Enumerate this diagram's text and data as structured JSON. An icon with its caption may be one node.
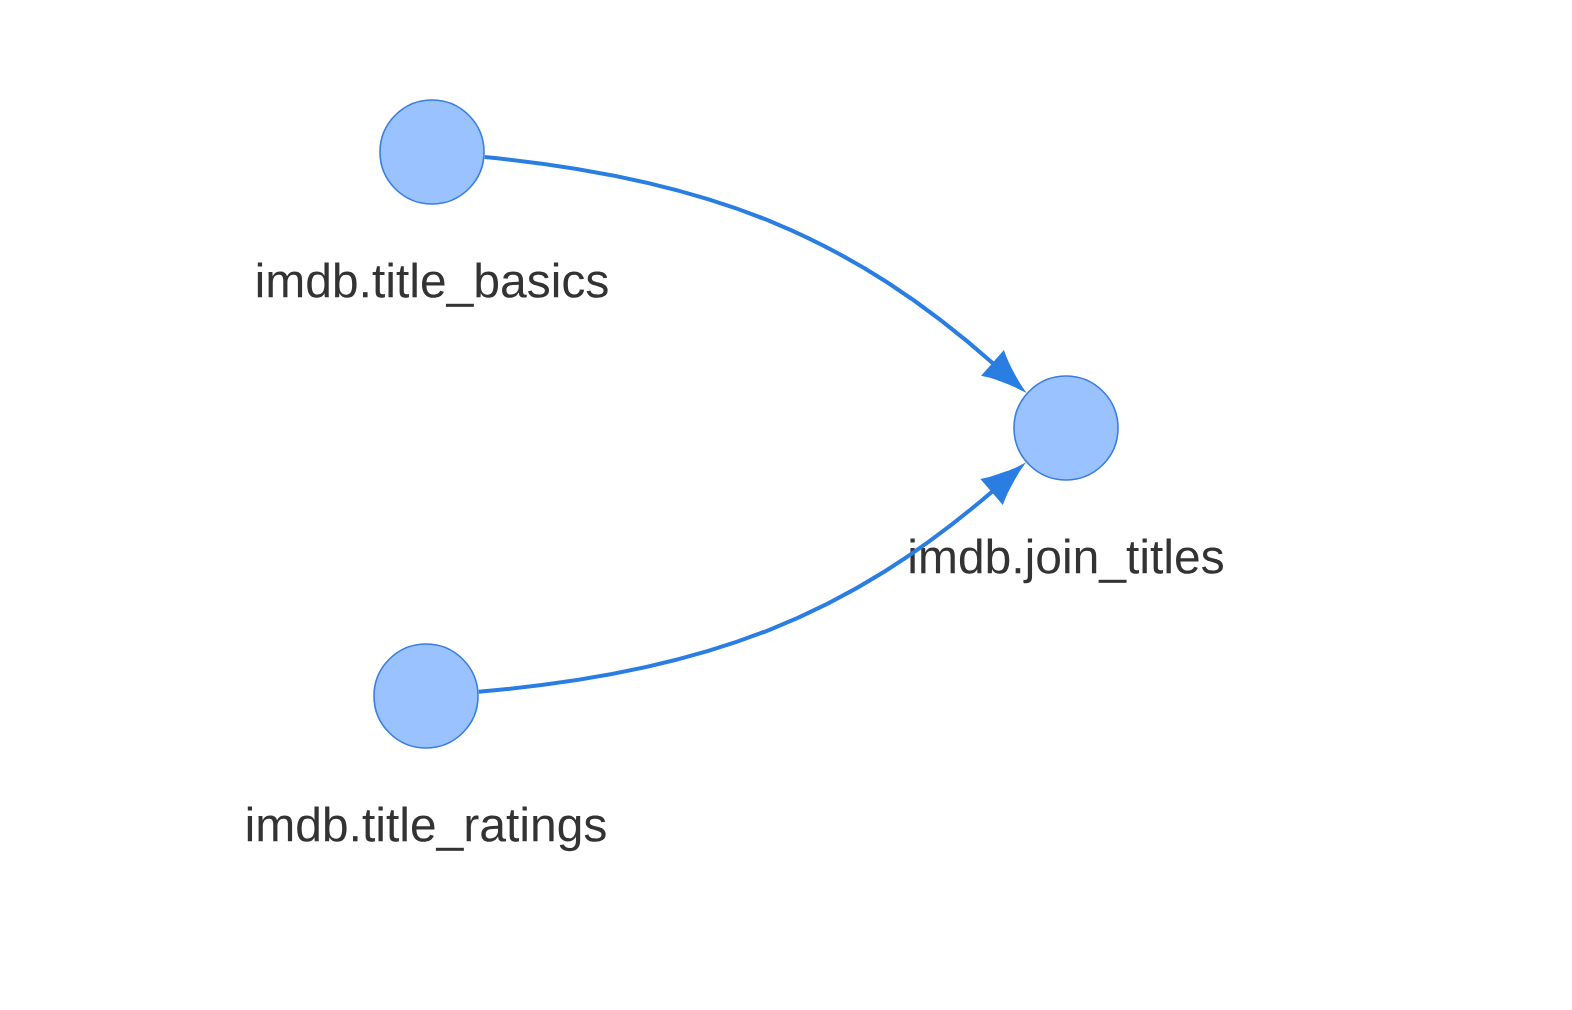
{
  "diagram": {
    "nodes": [
      {
        "text": [
          "imdb.title_basics"
        ]
      },
      {
        "text": [
          "imdb.join_titles"
        ]
      },
      {
        "text": [
          "imdb.title_ratings"
        ]
      }
    ],
    "edges": [
      {
        "from": 0,
        "to": 1,
        "arrow": "to"
      },
      {
        "from": 2,
        "to": 1,
        "arrow": "to"
      }
    ]
  }
}
